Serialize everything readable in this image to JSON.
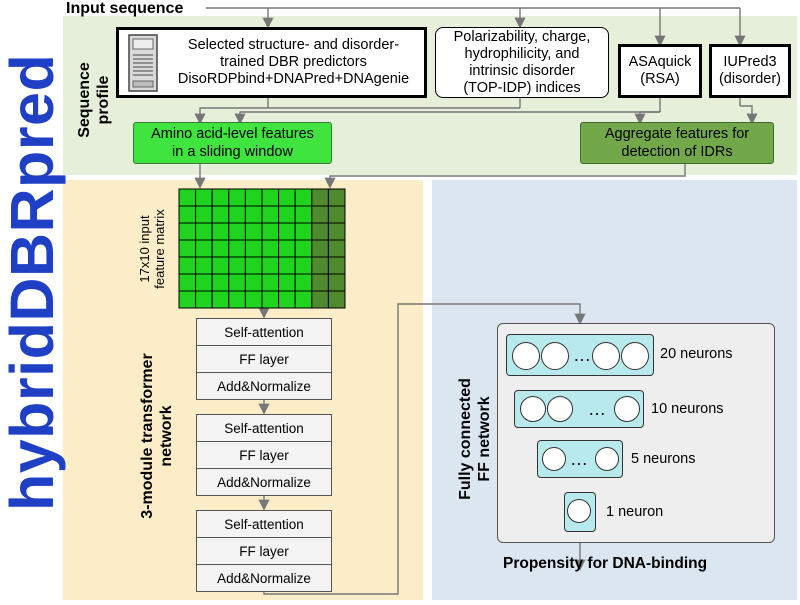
{
  "title": "hybridDBRpred",
  "input_label": "Input sequence",
  "section_labels": {
    "sequence_profile": [
      "Sequence",
      "profile"
    ],
    "transformer": [
      "3-module transformer",
      "network"
    ],
    "ff_network": [
      "Fully connected",
      "FF network"
    ]
  },
  "predictors": {
    "dbr_box": [
      "Selected structure- and disorder-",
      "trained DBR predictors",
      "DisoRDPbind+DNAPred+DNAgenie"
    ],
    "indices_box": [
      "Polarizability, charge,",
      "hydrophilicity, and",
      "intrinsic disorder",
      "(TOP-IDP) indices"
    ],
    "asaquick_box": [
      "ASAquick",
      "(RSA)"
    ],
    "iupred_box": [
      "IUPred3",
      "(disorder)"
    ]
  },
  "features": {
    "amino_acid": [
      "Amino acid-level features",
      "in a sliding window"
    ],
    "aggregate": [
      "Aggregate features for",
      "detection of IDRs"
    ]
  },
  "matrix_label": [
    "17x10 input",
    "feature matrix"
  ],
  "transformer_modules": [
    {
      "layers": [
        "Self-attention",
        "FF layer",
        "Add&Normalize"
      ]
    },
    {
      "layers": [
        "Self-attention",
        "FF layer",
        "Add&Normalize"
      ]
    },
    {
      "layers": [
        "Self-attention",
        "FF layer",
        "Add&Normalize"
      ]
    }
  ],
  "ff_layers": [
    {
      "label": "20 neurons",
      "ellipsis": "…"
    },
    {
      "label": "10 neurons",
      "ellipsis": "…"
    },
    {
      "label": "5 neurons",
      "ellipsis": "…"
    },
    {
      "label": "1 neuron"
    }
  ],
  "output_label": "Propensity for DNA-binding",
  "colors": {
    "title_blue": "#1f3fc4",
    "bright_green": "#3fe43f",
    "dark_green": "#73a84a",
    "matrix_bright": "#1fd31f",
    "matrix_dark": "#4f8a2f",
    "layer_cyan": "#b8e9ec",
    "panel_green": "#e6efd9",
    "panel_orange": "#fcedc9",
    "panel_blue": "#dbe6f1"
  }
}
